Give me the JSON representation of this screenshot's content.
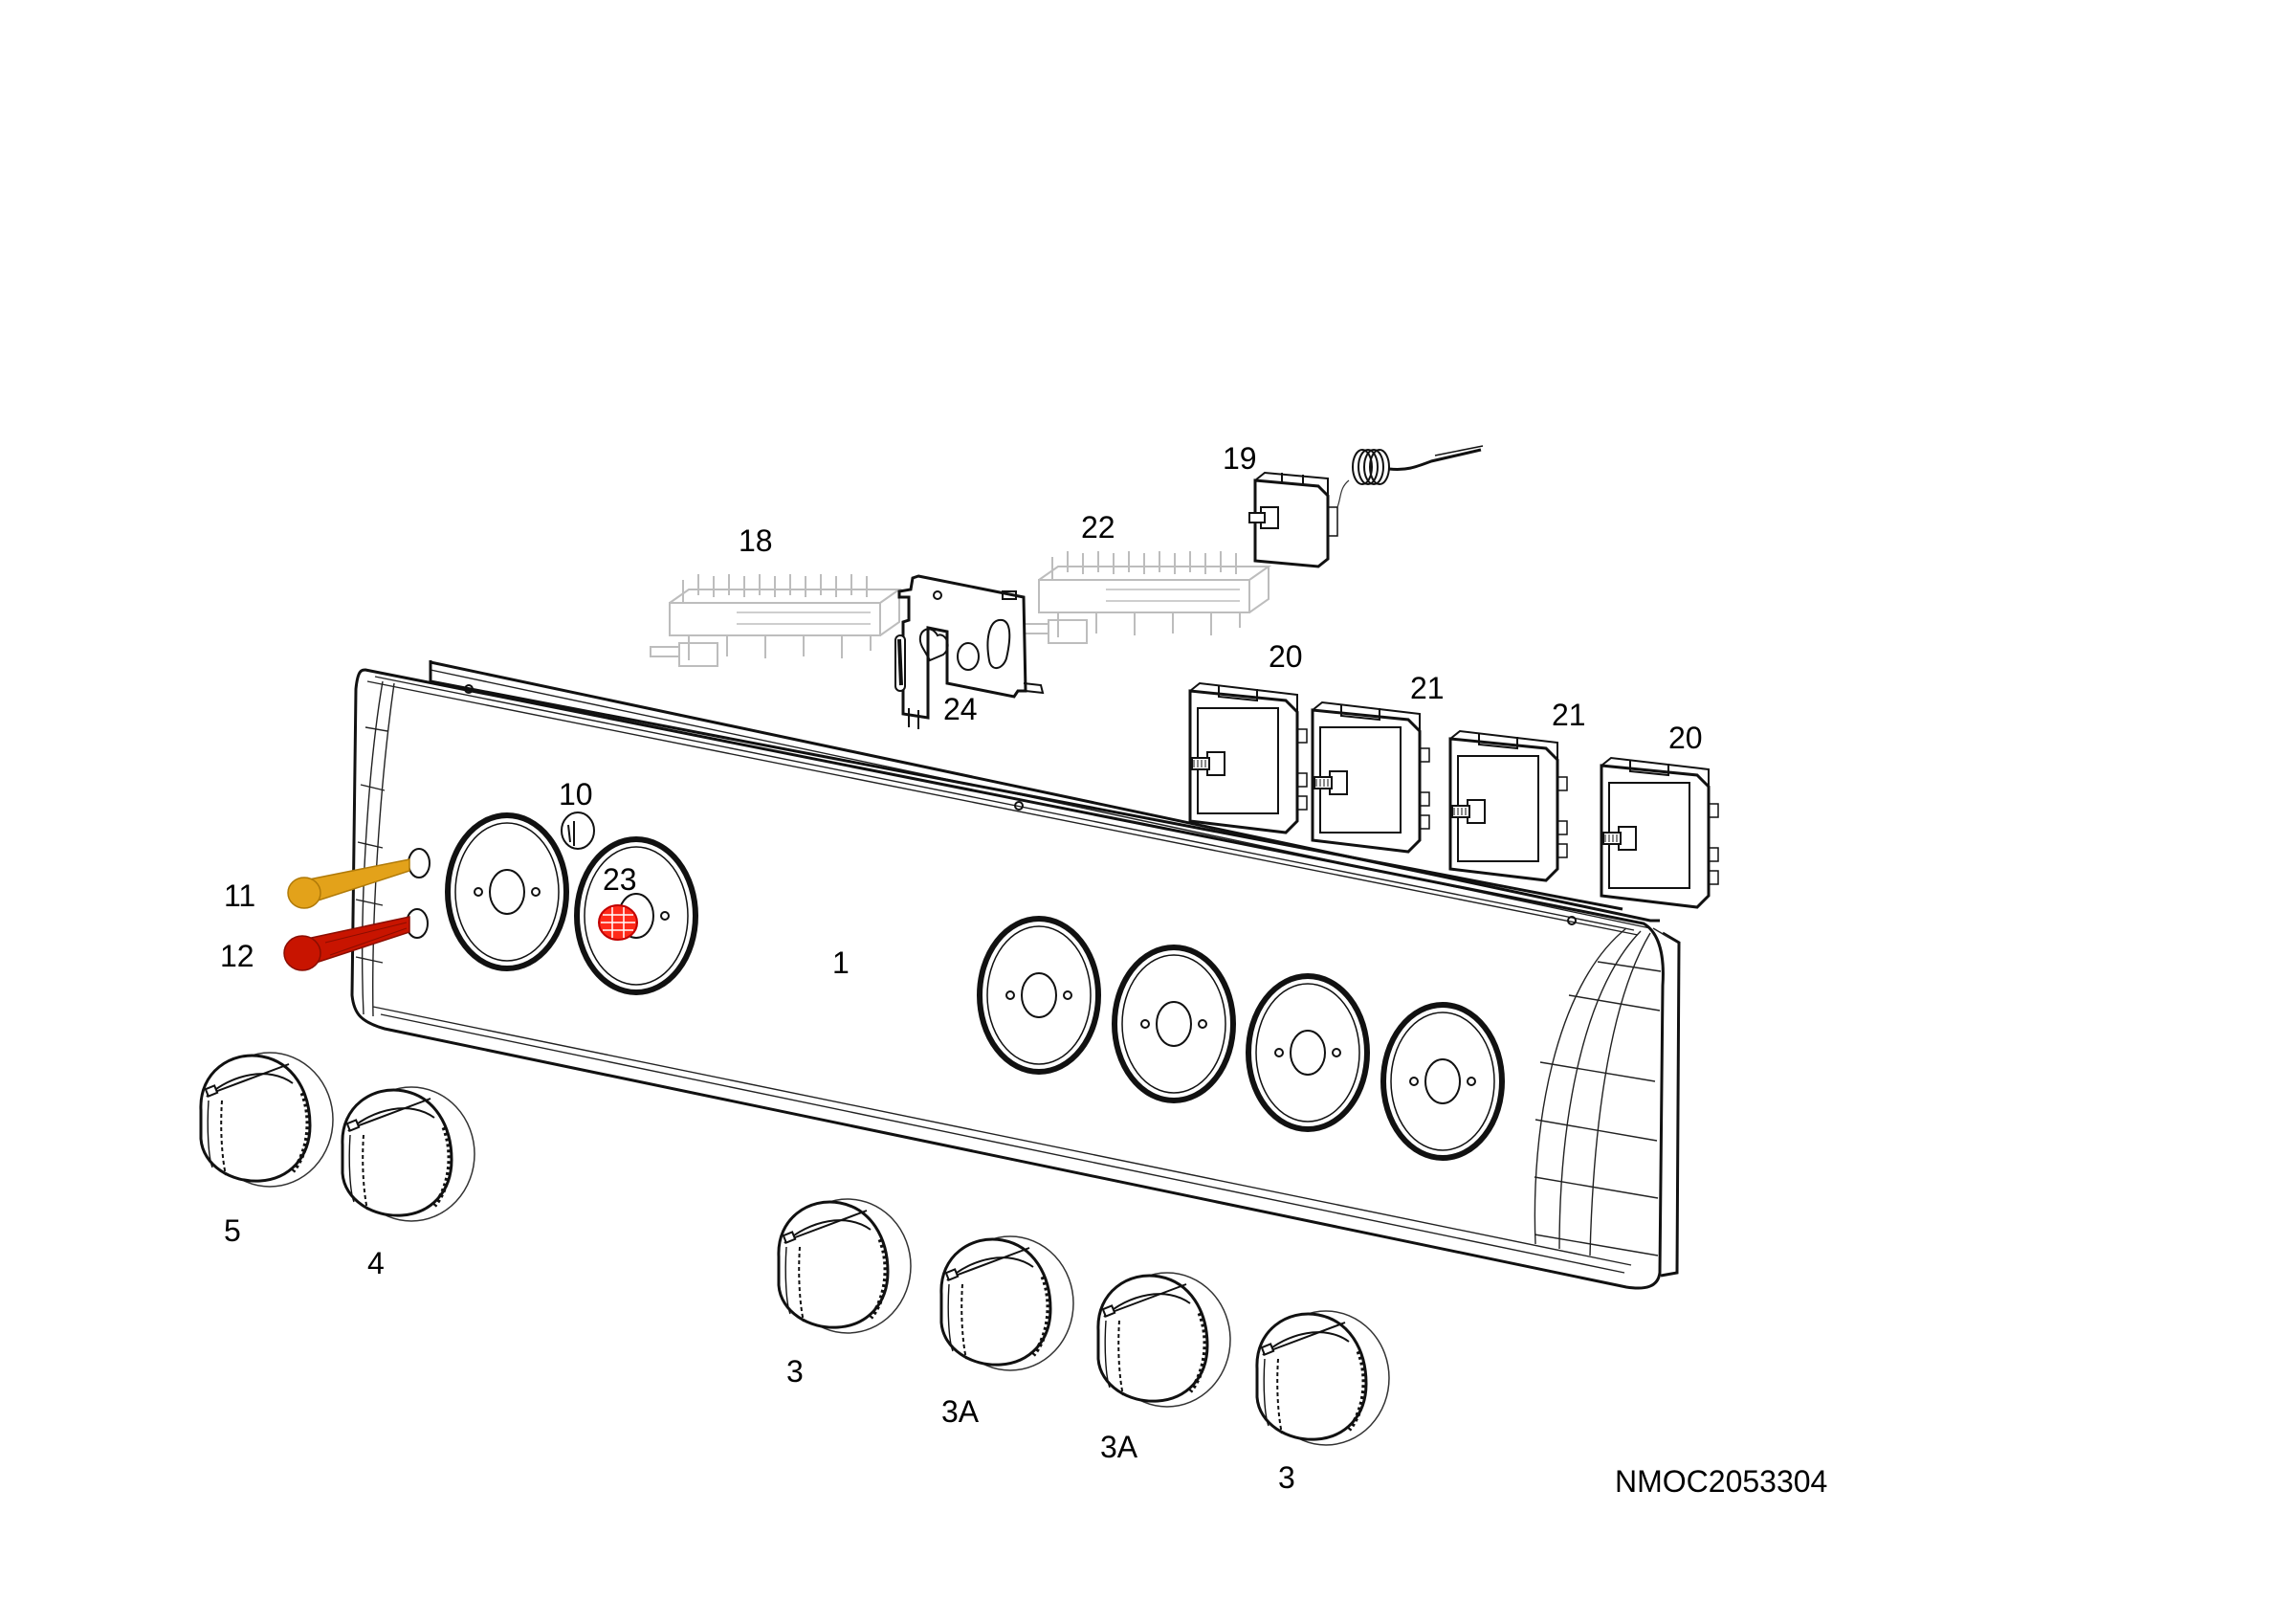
{
  "diagram": {
    "reference_code": "NMOC2053304",
    "colors": {
      "line": "#111111",
      "ghost": "#bdbdbd",
      "indicator_lamp_11": "#e3a21a",
      "indicator_lamp_12": "#c81400",
      "part_23": "#ff2a1a"
    },
    "labels": {
      "p1": "1",
      "p3a": "3",
      "p3b": "3",
      "p3Aa": "3A",
      "p3Ab": "3A",
      "p4": "4",
      "p5": "5",
      "p10": "10",
      "p11": "11",
      "p12": "12",
      "p18": "18",
      "p19": "19",
      "p20a": "20",
      "p20b": "20",
      "p21a": "21",
      "p21b": "21",
      "p22": "22",
      "p23": "23",
      "p24": "24"
    }
  }
}
